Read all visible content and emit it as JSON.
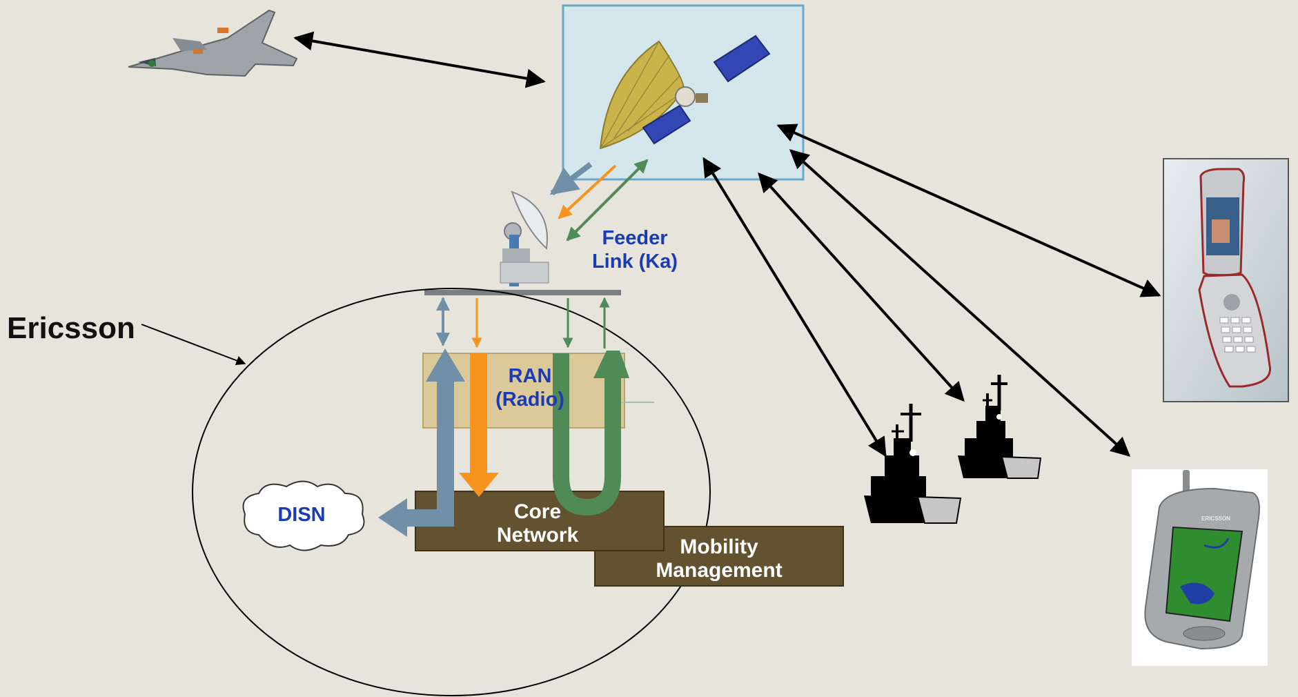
{
  "labels": {
    "ericsson": "Ericsson",
    "feeder_link": "Feeder\nLink (Ka)",
    "ran": "RAN\n(Radio)",
    "core_network": "Core\nNetwork",
    "mobility_management": "Mobility\nManagement",
    "disn": "DISN"
  },
  "phone_brand": "ERICSSON",
  "colors": {
    "background": "#e7e4dc",
    "satellite_panel": "#d3e6ec",
    "panel_border": "#6aa7c9",
    "ran_box": "#dcc99a",
    "core_box": "#635230",
    "blue_flow": "#7190a8",
    "orange_flow": "#f7941d",
    "green_flow": "#4f8a57",
    "label_blue": "#1a3bb5"
  },
  "icons": [
    "fighter-jet-icon",
    "satellite-icon",
    "ground-station-dish-icon",
    "warship-icon",
    "flip-phone-icon",
    "pda-phone-icon",
    "cloud-icon"
  ]
}
